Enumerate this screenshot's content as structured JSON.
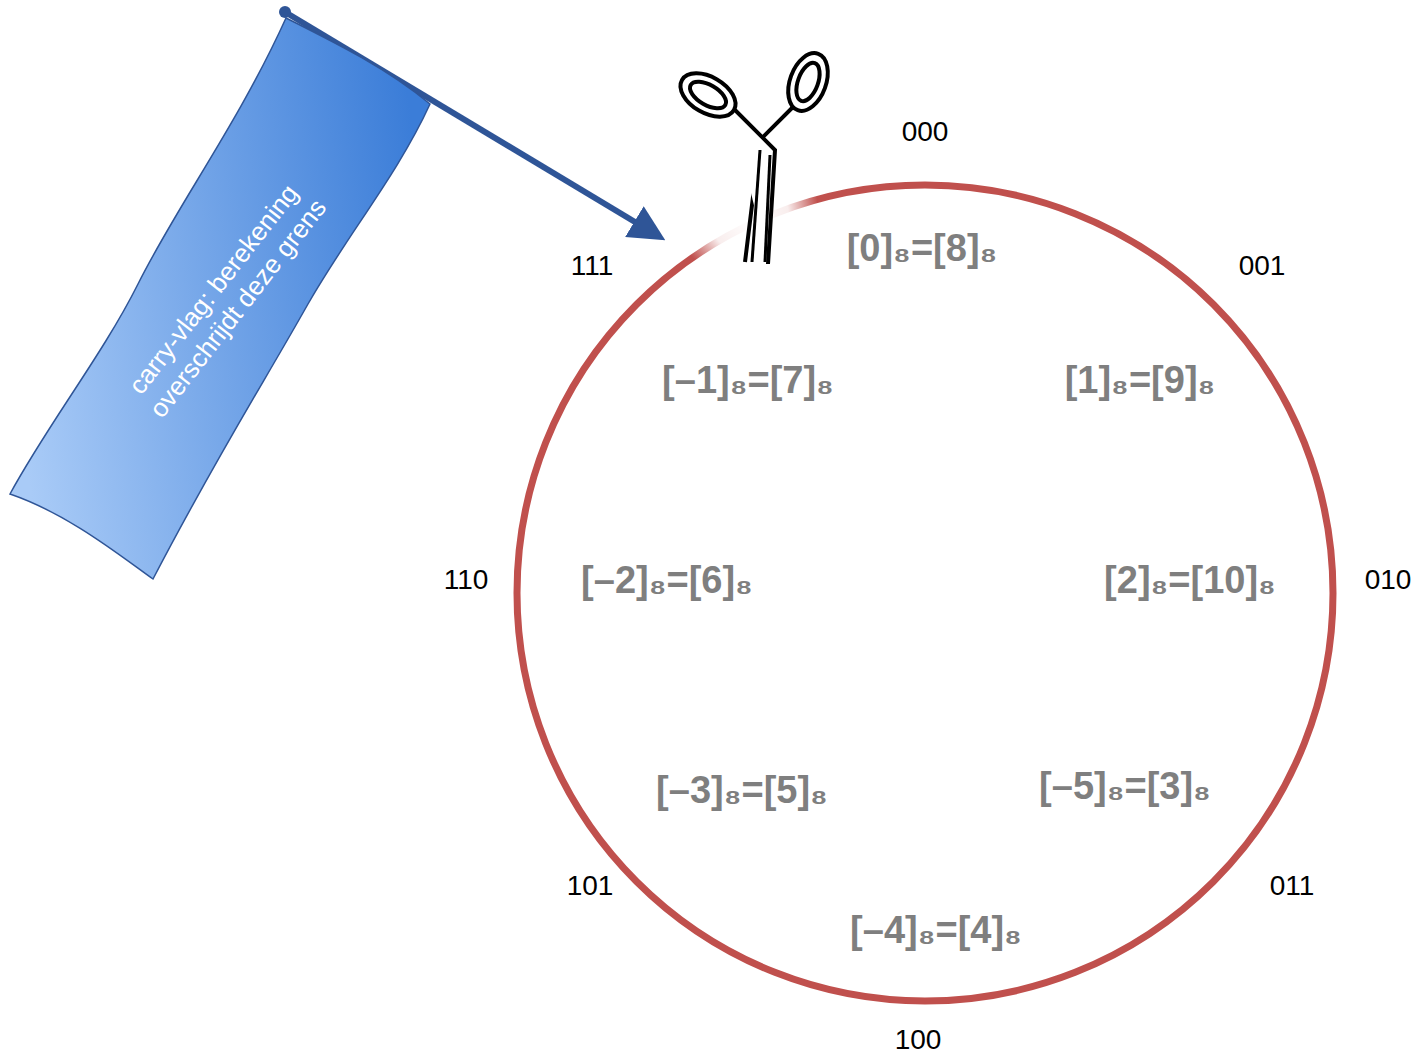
{
  "diagram": {
    "nodes": [
      {
        "text": [
          "carry-vlag: berekening overschrijdt deze grens"
        ]
      }
    ],
    "labels": [
      "000",
      "[0]₈=[8]₈",
      "111",
      "001",
      "[–1]₈=[7]₈",
      "[1]₈=[9]₈",
      "110",
      "[–2]₈=[6]₈",
      "[2]₈=[10]₈",
      "010",
      "[–3]₈=[5]₈",
      "[–5]₈=[3]₈",
      "101",
      "011",
      "[–4]₈=[4]₈",
      "100"
    ]
  }
}
